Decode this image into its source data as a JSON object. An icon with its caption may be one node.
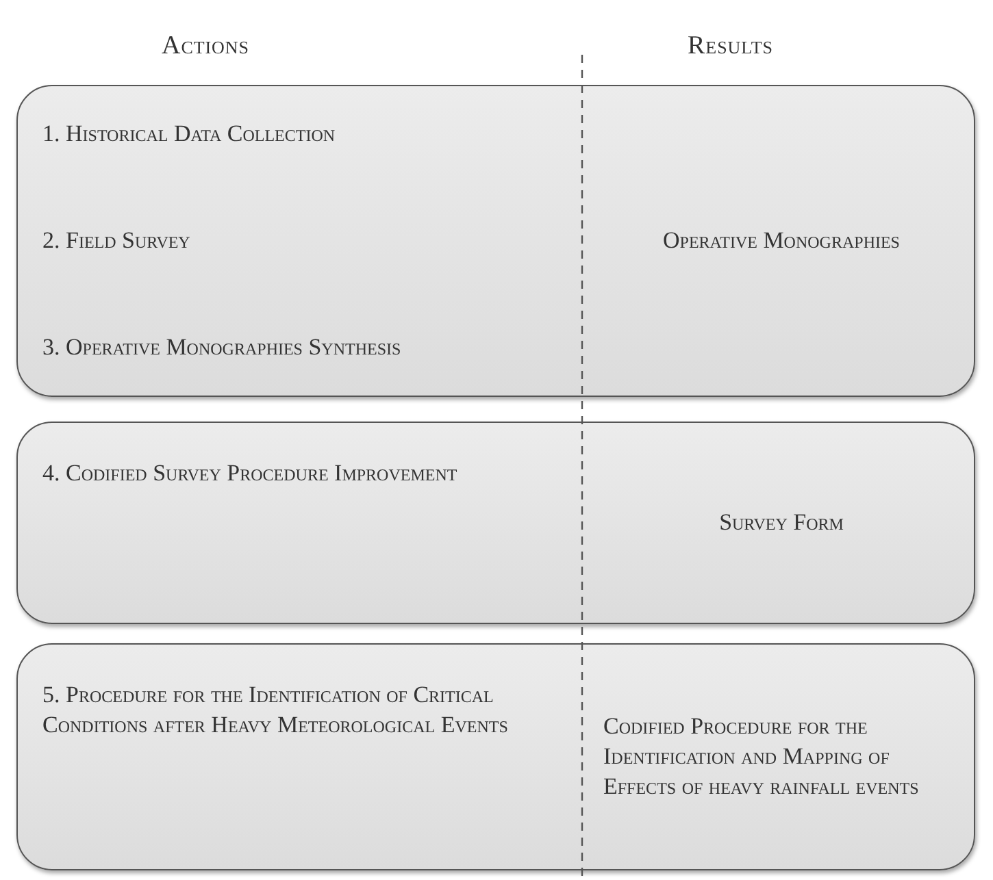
{
  "diagram": {
    "nodes": [
      {
        "text": [
          "1. Historical Data Collection",
          "2. Field Survey",
          "3. Operative Monographies Synthesis",
          "Operative Monographies"
        ]
      },
      {
        "text": [
          "4. Codified Survey Procedure Improvement",
          "Survey Form"
        ]
      },
      {
        "text": [
          "5. Procedure for the Identification of Critical Conditions after Heavy Meteorological Events",
          "Codified Procedure for the Identification and Mapping of Effects of heavy rainfall events"
        ]
      }
    ],
    "labels": [
      "Actions",
      "Results"
    ]
  }
}
